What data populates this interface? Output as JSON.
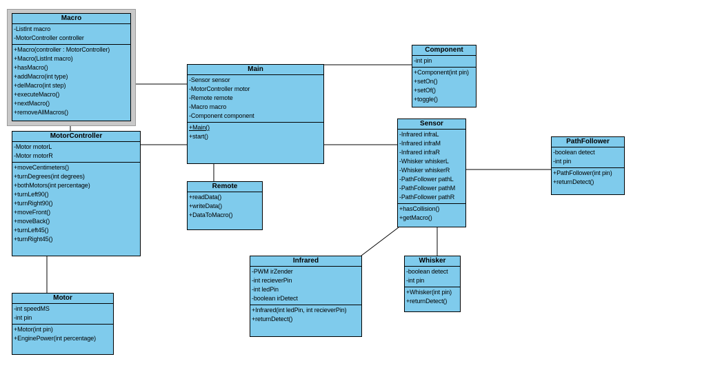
{
  "diagram_type": "uml-class-diagram",
  "selected_class": "Macro",
  "colors": {
    "class_fill": "#7fcbec",
    "class_border": "#000000",
    "selection_frame": "#c9c9c9",
    "background": "#ffffff",
    "connector": "#000000"
  },
  "classes": {
    "macro": {
      "title": "Macro",
      "attributes": [
        "-ListInt macro",
        "-MotorController controller"
      ],
      "methods": [
        "+Macro(controller : MotorController)",
        "+Macro(ListInt macro)",
        "+hasMacro()",
        "+addMacro(int type)",
        "+delMacro(int step)",
        "+executeMacro()",
        "+nextMacro()",
        "+removeAllMacros()"
      ]
    },
    "motorcontroller": {
      "title": "MotorController",
      "attributes": [
        "-Motor motorL",
        "-Motor motorR"
      ],
      "methods": [
        "+moveCentimeters()",
        "+turnDegrees(int degrees)",
        "+bothMotors(int percentage)",
        "+turnLeft90()",
        "+turnRight90()",
        "+moveFront()",
        "+moveBack()",
        "+turnLeft45()",
        "+turnRight45()"
      ]
    },
    "motor": {
      "title": "Motor",
      "attributes": [
        "-int speedMS",
        "-int pin"
      ],
      "methods": [
        "+Motor(int pin)",
        "+EnginePower(int percentage)"
      ]
    },
    "main": {
      "title": "Main",
      "attributes": [
        "-Sensor sensor",
        "-MotorController motor",
        "-Remote remote",
        "-Macro macro",
        "-Component component"
      ],
      "methods": [
        "+Main()",
        "+start()"
      ]
    },
    "remote": {
      "title": "Remote",
      "methods": [
        "+readData()",
        "+writeData()",
        "+DataToMacro()"
      ]
    },
    "component": {
      "title": "Component",
      "attributes": [
        "-int pin"
      ],
      "methods": [
        "+Component(int pin)",
        "+setOn()",
        "+setOf()",
        "+toggle()"
      ]
    },
    "sensor": {
      "title": "Sensor",
      "attributes": [
        "-Infrared infraL",
        "-Infrared infraM",
        "-Infrared infraR",
        "-Whisker whiskerL",
        "-Whisker whiskerR",
        "-PathFollower pathL",
        "-PathFollower pathM",
        "-PathFollower pathR"
      ],
      "methods": [
        "+hasCollision()",
        "+getMacro()"
      ]
    },
    "pathfollower": {
      "title": "PathFollower",
      "attributes": [
        "-boolean detect",
        "-int pin"
      ],
      "methods": [
        "+PathFollower(int pin)",
        "+returnDetect()"
      ]
    },
    "infrared": {
      "title": "Infrared",
      "attributes": [
        "-PWM irZender",
        "-int recieverPin",
        "-int ledPin",
        "-boolean irDetect"
      ],
      "methods": [
        "+Infrared(int ledPin, int recieverPin)",
        "+returnDetect()"
      ]
    },
    "whisker": {
      "title": "Whisker",
      "attributes": [
        "-boolean detect",
        "-int pin"
      ],
      "methods": [
        "+Whisker(int pin)",
        "+returnDetect()"
      ]
    }
  },
  "relations": [
    "Macro - Main",
    "Macro - MotorController",
    "MotorController - Main",
    "MotorController - Motor",
    "Main - Remote",
    "Main - Component",
    "Main - Sensor",
    "Sensor - PathFollower",
    "Sensor - Whisker",
    "Sensor - Infrared"
  ]
}
